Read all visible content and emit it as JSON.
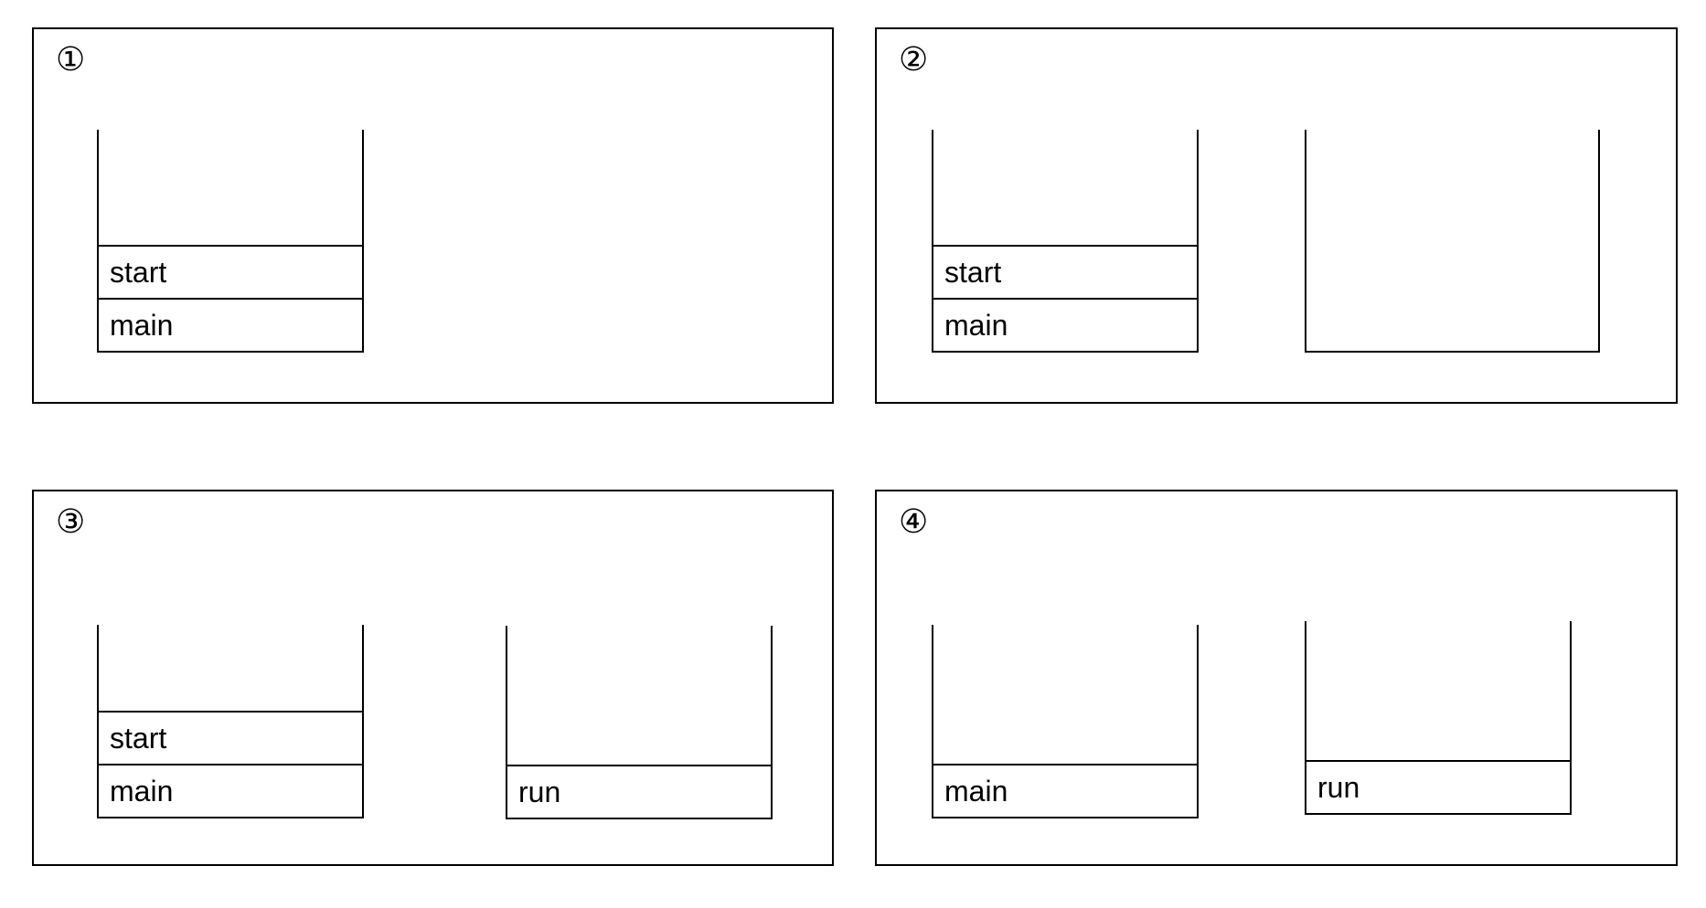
{
  "panels": [
    {
      "number": "①",
      "stacks": [
        {
          "frames": [
            "start",
            "main"
          ]
        }
      ]
    },
    {
      "number": "②",
      "stacks": [
        {
          "frames": [
            "start",
            "main"
          ]
        },
        {
          "frames": []
        }
      ]
    },
    {
      "number": "③",
      "stacks": [
        {
          "frames": [
            "start",
            "main"
          ]
        },
        {
          "frames": [
            "run"
          ]
        }
      ]
    },
    {
      "number": "④",
      "stacks": [
        {
          "frames": [
            "main"
          ]
        },
        {
          "frames": [
            "run"
          ]
        }
      ]
    }
  ]
}
